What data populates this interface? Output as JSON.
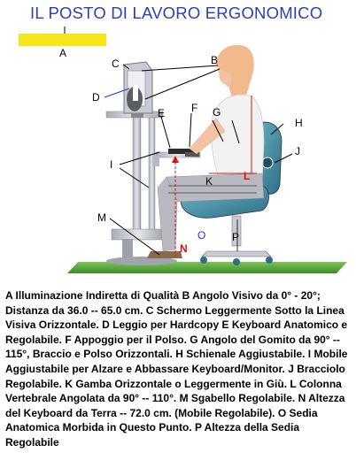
{
  "title": "IL POSTO DI LAVORO ERGONOMICO",
  "labels": {
    "a": "A",
    "b": "B",
    "c": "C",
    "d": "D",
    "e": "E",
    "f": "F",
    "g": "G",
    "h": "H",
    "i": "I",
    "j": "J",
    "k": "K",
    "l": "L",
    "m": "M",
    "n": "N",
    "o": "O",
    "p": "P"
  },
  "caption": "A Illuminazione Indiretta di Qualità B Angolo Visivo da 0° - 20°; Distanza da 36.0 -- 65.0 cm. C Schermo Leggermente Sotto la Linea Visiva Orizzontale. D Leggio per Hardcopy E Keyboard Anatomico e Regolabile. F Appoggio per il Polso. G Angolo del Gomito da 90° -- 115°, Braccio e Polso Orizzontali. H Schienale Aggiustabile. I Mobile Aggiustabile per Alzare e Abbassare Keyboard/Monitor. J Bracciolo Regolabile. K Gamba Orizzontale o Leggermente in Giù. L Colonna Vertebrale Angolata da 90° -- 110°. M Sgabello Regolabile. N Altezza del Keyboard da Terra -- 72.0 cm. (Mobile Regolabile). O Sedia Anatomica Morbida in Questo Punto. P Altezza della Sedia Regolabile",
  "colors": {
    "title": "#2a3fb8",
    "lamp": "#f5e61a",
    "floor": "#5aa83a",
    "chair": "#3f8fa6",
    "desk": "#cfd2d8",
    "skin": "#f4c3a6",
    "shirt": "#f2f2f2",
    "pants": "#b9b9c2",
    "red": "#e01010",
    "blue": "#1a3ad0"
  }
}
